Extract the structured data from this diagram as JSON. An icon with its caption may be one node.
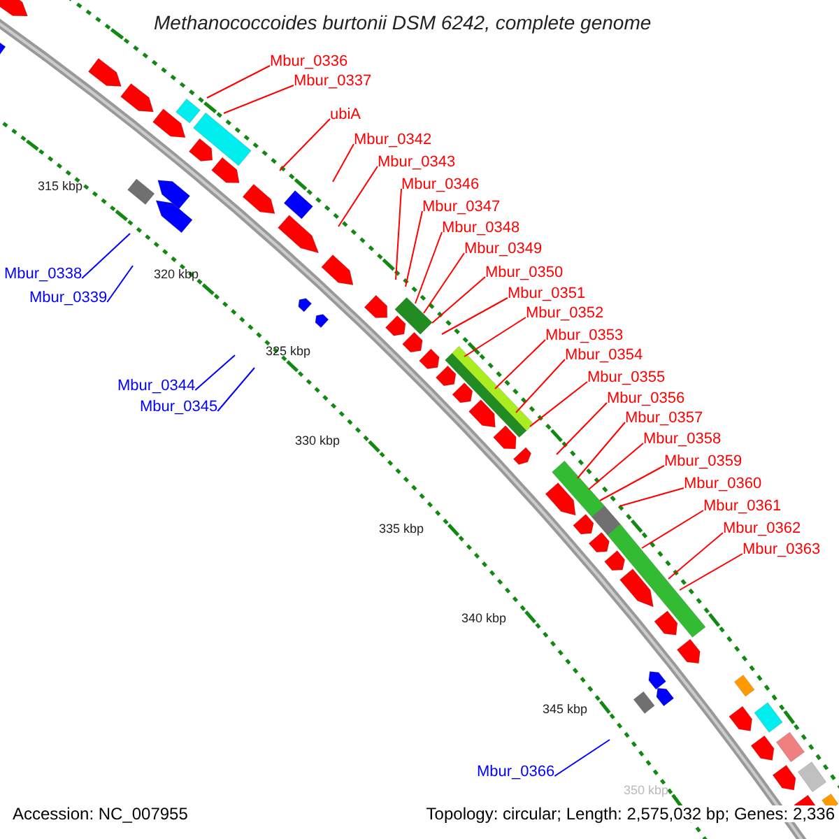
{
  "diagram": {
    "title": "Methanococcoides burtonii DSM 6242, complete genome",
    "nodes": [
      {
        "text": [
          "Mbur_0336"
        ]
      },
      {
        "text": [
          "Mbur_0337"
        ]
      },
      {
        "text": [
          "ubiA"
        ]
      },
      {
        "text": [
          "Mbur_0342"
        ]
      },
      {
        "text": [
          "Mbur_0343"
        ]
      },
      {
        "text": [
          "Mbur_0346"
        ]
      },
      {
        "text": [
          "Mbur_0347"
        ]
      },
      {
        "text": [
          "Mbur_0348"
        ]
      },
      {
        "text": [
          "Mbur_0349"
        ]
      },
      {
        "text": [
          "Mbur_0350"
        ]
      },
      {
        "text": [
          "Mbur_0338"
        ]
      },
      {
        "text": [
          "Mbur_0351"
        ]
      },
      {
        "text": [
          "Mbur_0339"
        ]
      },
      {
        "text": [
          "Mbur_0352"
        ]
      },
      {
        "text": [
          "Mbur_0353"
        ]
      },
      {
        "text": [
          "Mbur_0354"
        ]
      },
      {
        "text": [
          "Mbur_0355"
        ]
      },
      {
        "text": [
          "Mbur_0344"
        ]
      },
      {
        "text": [
          "Mbur_0356"
        ]
      },
      {
        "text": [
          "Mbur_0345"
        ]
      },
      {
        "text": [
          "Mbur_0357"
        ]
      },
      {
        "text": [
          "Mbur_0358"
        ]
      },
      {
        "text": [
          "Mbur_0359"
        ]
      },
      {
        "text": [
          "Mbur_0360"
        ]
      },
      {
        "text": [
          "Mbur_0361"
        ]
      },
      {
        "text": [
          "Mbur_0362"
        ]
      },
      {
        "text": [
          "Mbur_0363"
        ]
      },
      {
        "text": [
          "Mbur_0366"
        ]
      }
    ],
    "edges": [
      {
        "from": 0,
        "to": null,
        "arrow": "none"
      },
      {
        "from": 1,
        "to": null,
        "arrow": "none"
      },
      {
        "from": 2,
        "to": null,
        "arrow": "none"
      },
      {
        "from": 3,
        "to": null,
        "arrow": "none"
      },
      {
        "from": 4,
        "to": null,
        "arrow": "none"
      },
      {
        "from": 5,
        "to": null,
        "arrow": "none"
      },
      {
        "from": 6,
        "to": null,
        "arrow": "none"
      },
      {
        "from": 7,
        "to": null,
        "arrow": "none"
      },
      {
        "from": 8,
        "to": null,
        "arrow": "none"
      },
      {
        "from": 9,
        "to": null,
        "arrow": "none"
      },
      {
        "from": 10,
        "to": null,
        "arrow": "none",
        "color": "#0000ff"
      },
      {
        "from": 11,
        "to": null,
        "arrow": "none"
      },
      {
        "from": 12,
        "to": null,
        "arrow": "none",
        "color": "#0000ff"
      },
      {
        "from": 13,
        "to": null,
        "arrow": "none"
      },
      {
        "from": 14,
        "to": null,
        "arrow": "none"
      },
      {
        "from": 15,
        "to": null,
        "arrow": "none"
      },
      {
        "from": 16,
        "to": null,
        "arrow": "none"
      },
      {
        "from": 17,
        "to": null,
        "arrow": "none",
        "color": "#0000ff"
      },
      {
        "from": 18,
        "to": null,
        "arrow": "none"
      },
      {
        "from": 19,
        "to": null,
        "arrow": "none",
        "color": "#0000ff"
      },
      {
        "from": 20,
        "to": null,
        "arrow": "none"
      },
      {
        "from": 21,
        "to": null,
        "arrow": "none"
      },
      {
        "from": 22,
        "to": null,
        "arrow": "none"
      },
      {
        "from": 23,
        "to": null,
        "arrow": "none"
      },
      {
        "from": 24,
        "to": null,
        "arrow": "none"
      },
      {
        "from": 25,
        "to": null,
        "arrow": "none"
      },
      {
        "from": 26,
        "to": null,
        "arrow": "none"
      },
      {
        "from": 27,
        "to": null,
        "arrow": "none",
        "color": "#0000ff"
      }
    ],
    "labels": [
      "315 kbp",
      "320 kbp",
      "325 kbp",
      "330 kbp",
      "335 kbp",
      "340 kbp",
      "345 kbp",
      "350 kbp",
      "Accession: NC_007955",
      "Topology: circular; Length: 2,575,032 bp; Genes: 2,336"
    ]
  }
}
